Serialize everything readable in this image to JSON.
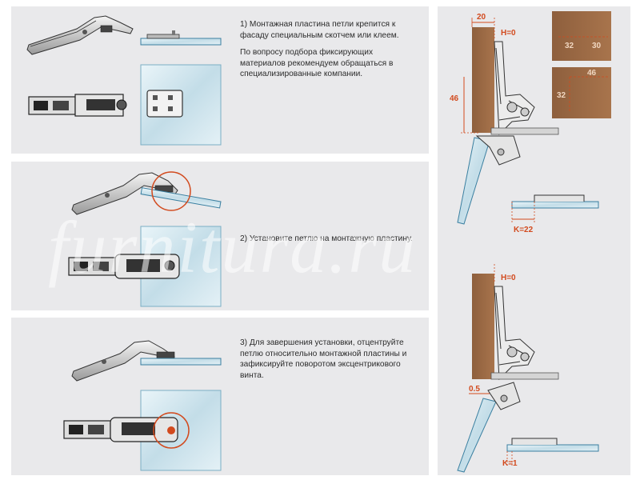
{
  "steps": [
    {
      "text_1": "1) Монтажная пластина петли крепится к фасаду специальным скотчем или клеем.",
      "text_2": "По вопросу подбора фиксирующих материалов рекомендуем обращаться в специализированные компании."
    },
    {
      "text_1": "2) Установите петлю на монтажную пластину."
    },
    {
      "text_1": "3) Для завершения установки, отцентруйте петлю относительно монтажной пластины и зафиксируйте поворотом эксцентрикового винта."
    }
  ],
  "dimensions": {
    "top": {
      "width": "20",
      "h": "H=0",
      "height": "46",
      "k": "K=22",
      "d1": "32",
      "d2": "30",
      "d3": "46",
      "d4": "32"
    },
    "bottom": {
      "h": "H=0",
      "offset": "0.5",
      "k": "K=1"
    }
  },
  "watermark": "furnitura.ru",
  "colors": {
    "accent": "#d24a1e",
    "wood": "#9c6a45",
    "glass": "#cfe3ec",
    "panel": "#e9e9eb"
  }
}
